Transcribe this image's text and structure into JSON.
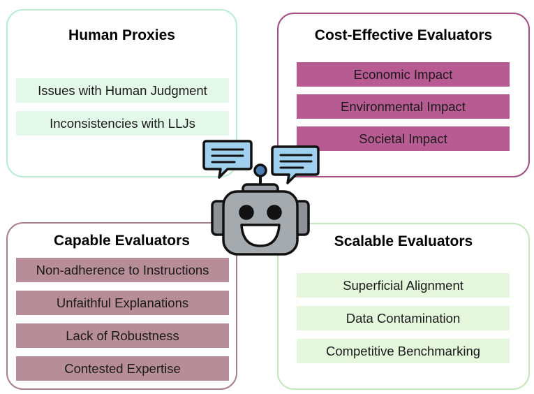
{
  "panels": {
    "human_proxies": {
      "title": "Human Proxies",
      "items": [
        "Issues with Human Judgment",
        "Inconsistencies with LLJs"
      ]
    },
    "cost_effective": {
      "title": "Cost-Effective Evaluators",
      "items": [
        "Economic Impact",
        "Environmental Impact",
        "Societal Impact"
      ]
    },
    "capable": {
      "title": "Capable Evaluators",
      "items": [
        "Non-adherence to Instructions",
        "Unfaithful Explanations",
        "Lack of Robustness",
        "Contested Expertise"
      ]
    },
    "scalable": {
      "title": "Scalable Evaluators",
      "items": [
        "Superficial Alignment",
        "Data Contamination",
        "Competitive Benchmarking"
      ]
    }
  },
  "colors": {
    "human_border": "#b9ecd0",
    "cost_border": "#a24e82",
    "capable_border": "#a77f8f",
    "scalable_border": "#c6e6bb"
  },
  "icons": [
    "robot-icon",
    "speech-bubble-icon"
  ]
}
